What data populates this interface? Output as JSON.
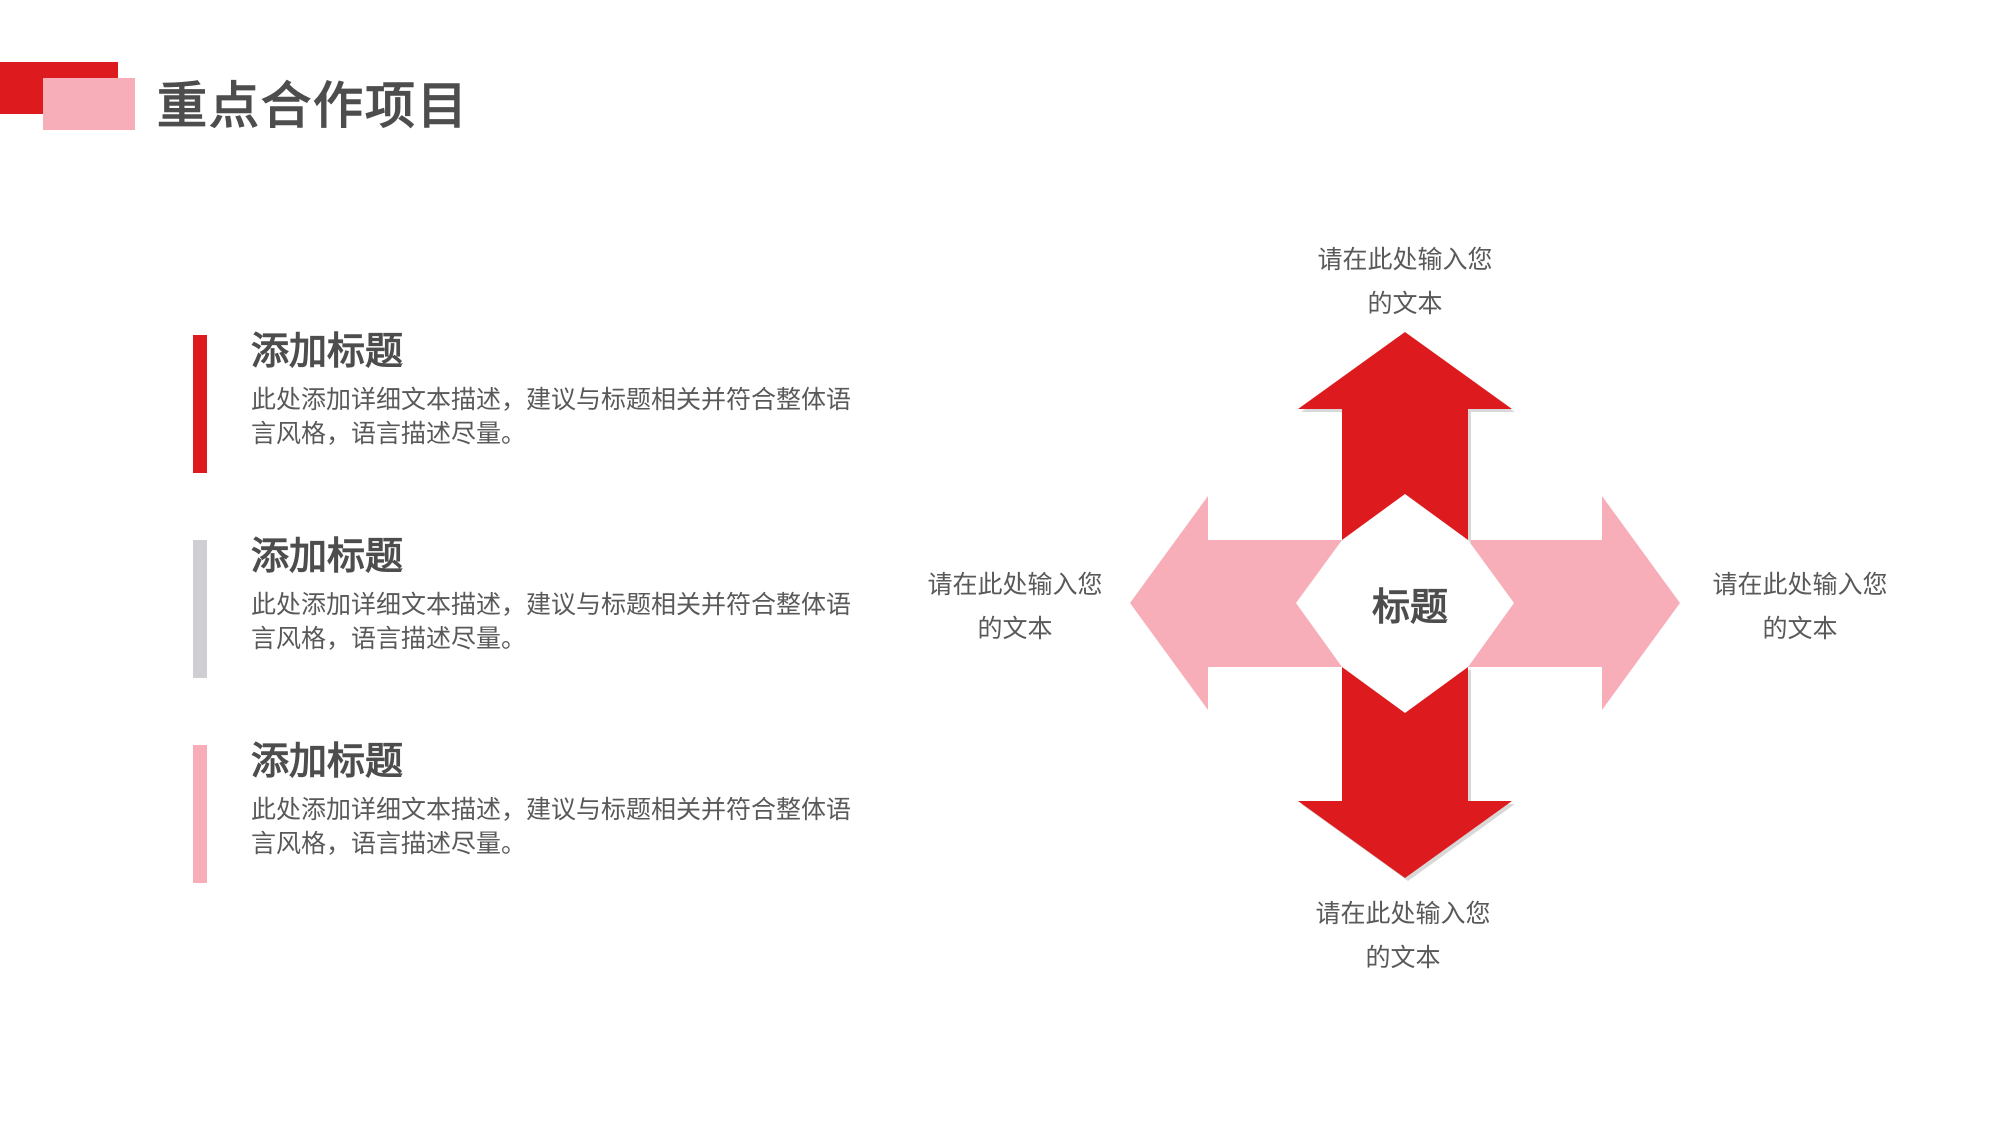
{
  "header": {
    "title": "重点合作项目"
  },
  "items": [
    {
      "title": "添加标题",
      "desc": "此处添加详细文本描述，建议与标题相关并符合整体语言风格，语言描述尽量。",
      "bar_color": "#dd1a1d"
    },
    {
      "title": "添加标题",
      "desc": "此处添加详细文本描述，建议与标题相关并符合整体语言风格，语言描述尽量。",
      "bar_color": "#cfcfd3"
    },
    {
      "title": "添加标题",
      "desc": "此处添加详细文本描述，建议与标题相关并符合整体语言风格，语言描述尽量。",
      "bar_color": "#f7aeb8"
    }
  ],
  "diagram": {
    "center": "标题",
    "top": {
      "line1": "请在此处输入您",
      "line2": "的文本"
    },
    "left": {
      "line1": "请在此处输入您",
      "line2": "的文本"
    },
    "right": {
      "line1": "请在此处输入您",
      "line2": "的文本"
    },
    "bottom": {
      "line1": "请在此处输入您",
      "line2": "的文本"
    }
  },
  "colors": {
    "primary_red": "#dd1a1d",
    "pink": "#f7aeb8",
    "gray": "#cfcfd3"
  }
}
